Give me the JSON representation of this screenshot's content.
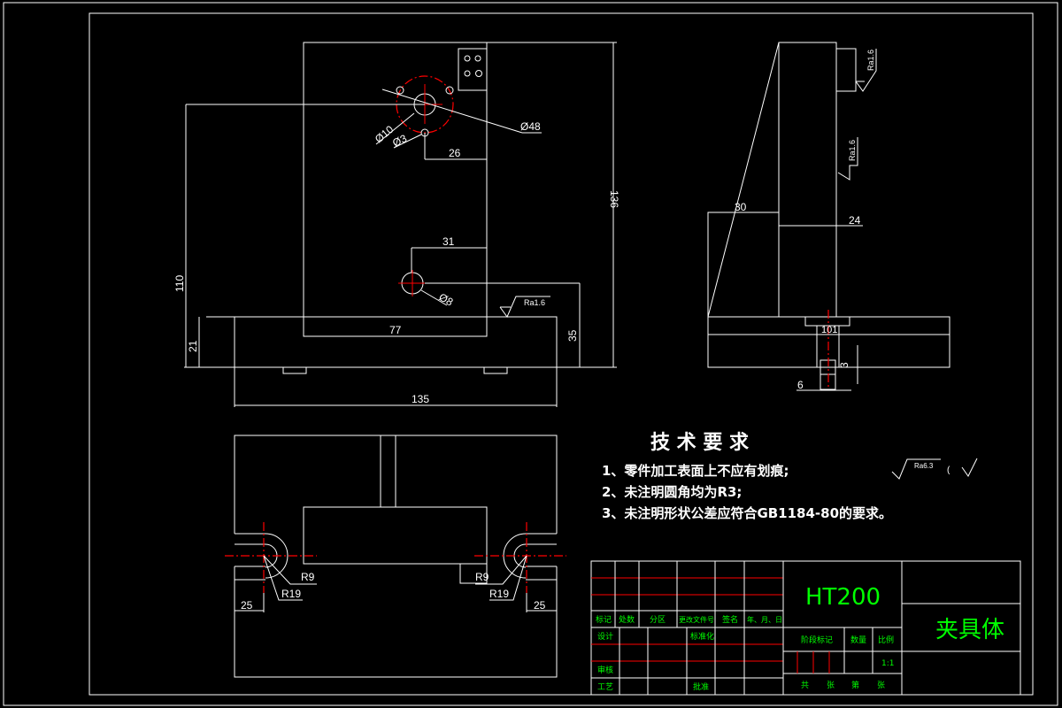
{
  "drawing": {
    "colors": {
      "background": "#000000",
      "lines": "#ffffff",
      "centerlines": "#ff0000",
      "title_block_text": "#00ff00"
    },
    "front_view": {
      "dims": {
        "d48": "Ø48",
        "d10": "Ø10",
        "d3": "Ø3",
        "d26": "26",
        "d31": "31",
        "d8": "Ø8",
        "d136": "136",
        "d110": "110",
        "d21": "21",
        "d35": "35",
        "d77": "77",
        "d135": "135"
      },
      "roughness": "Ra1.6"
    },
    "side_view": {
      "dims": {
        "d30": "30",
        "d24": "24",
        "d101": "101",
        "d3": "3",
        "d6": "6"
      },
      "roughness_top": "Ra1.6",
      "roughness_mid": "Ra1.6"
    },
    "top_view": {
      "dims": {
        "r9_left": "R9",
        "r19_left": "R19",
        "d25_left": "25",
        "r9_right": "R9",
        "r19_right": "R19",
        "d25_right": "25"
      }
    },
    "technical_requirements": {
      "title": "技 术 要 求",
      "items": [
        "1、零件加工表面上不应有划痕;",
        "2、未注明圆角均为R3;",
        "3、未注明形状公差应符合GB1184-80的要求。"
      ],
      "roughness_other": "Ra6.3",
      "paren": "("
    },
    "title_block": {
      "material": "HT200",
      "part_name": "夹具体",
      "header_labels": [
        "标记",
        "处数",
        "分区",
        "更改文件号",
        "签名",
        "年、月、日"
      ],
      "design": "设计",
      "standardization": "标准化",
      "review": "审核",
      "process": "工艺",
      "approve": "批准",
      "stage_mark": "阶段标记",
      "quantity": "数量",
      "scale_label": "比例",
      "scale": "1:1",
      "sheet_total": "共",
      "sheet_unit1": "张",
      "sheet_no": "第",
      "sheet_unit2": "张"
    }
  }
}
